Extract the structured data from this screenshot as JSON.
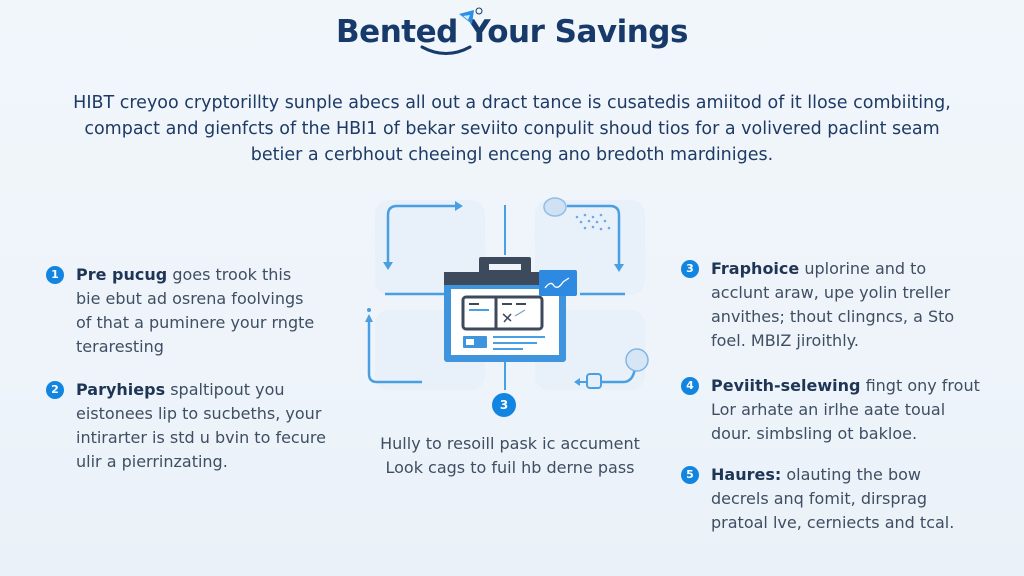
{
  "header": {
    "title": "Bented Your Savings",
    "logo_icon": "play-badge-icon"
  },
  "intro": {
    "lines": [
      "HIBT creyoo cryptorillty sunple abecs all out a dract tance is cusatedis amiitod of it llose combiiting,",
      "compact and gienfcts of the HBI1 of bekar seviito conpulit shoud tios for a volivered paclint seam",
      "betier a cerbhout cheeingl enceng ano bredoth mardiniges."
    ]
  },
  "steps": [
    {
      "number": "1",
      "head": "Pre pucug",
      "lines": [
        "goes trook this",
        "bie ebut ad osrena foolvings",
        "of that a puminere your rngte",
        "teraresting"
      ]
    },
    {
      "number": "2",
      "head": "Paryhieps",
      "lines": [
        "spaltipout you",
        "eistonees lip to sucbeths, your",
        "intirarter is std u bvin to fecure",
        "ulir a pierrinzating."
      ]
    },
    {
      "number": "3",
      "head": "Fraphoice",
      "lines": [
        "uplorine and to",
        "acclunt araw, upe yolin treller",
        "anvithes; thout clingncs, a Sto",
        "foel. MBIZ jiroithly."
      ]
    },
    {
      "number": "4",
      "head": "Peviith-selewing",
      "lines": [
        "fingt ony frout",
        "Lor arhate an irlhe aate toual",
        "dour. simbsling ot bakloe."
      ]
    },
    {
      "number": "5",
      "head": "Haures:",
      "lines": [
        "olauting the bow",
        "decrels anq fomit, dirsprag",
        "pratoal lve, cerniects and tcal."
      ]
    }
  ],
  "diagram": {
    "center_icon": "wallet-dashboard-icon",
    "badge_number": "3",
    "caption_lines": [
      "Hully to resoill pask ic accument",
      "Look cags to fuil hb derne pass"
    ]
  },
  "colors": {
    "accent": "#1185e0",
    "navy": "#173a6b",
    "line_blue": "#4a9fe3",
    "dark_panel": "#3c4a5c"
  }
}
